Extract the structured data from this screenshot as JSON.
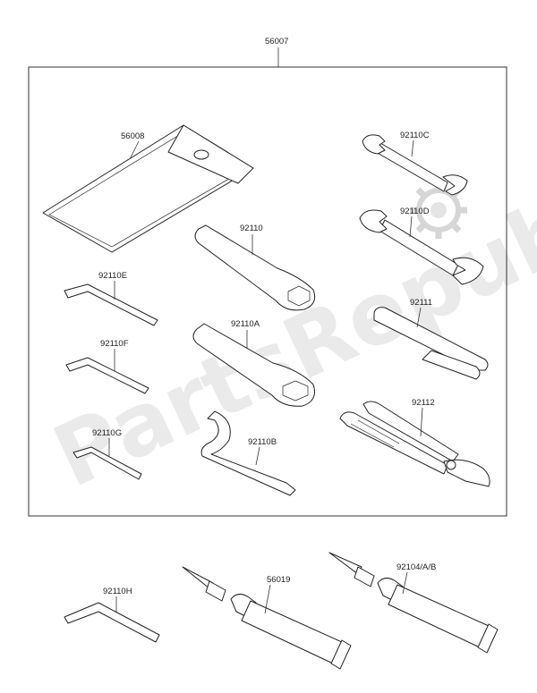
{
  "watermark": {
    "text": "PartsRepublik",
    "color": "#d0d0d0",
    "gear_icon": "gear-icon"
  },
  "kit_label": "56007",
  "parts": {
    "case": {
      "label": "56008"
    },
    "wrench_c": {
      "label": "92110C"
    },
    "wrench_d": {
      "label": "92110D"
    },
    "ring_wrench": {
      "label": "92110"
    },
    "hex_e": {
      "label": "92110E"
    },
    "ring_wrench_a": {
      "label": "92110A"
    },
    "screwdriver_handle": {
      "label": "92111"
    },
    "hex_f": {
      "label": "92110F"
    },
    "pliers": {
      "label": "92112"
    },
    "hex_g": {
      "label": "92110G"
    },
    "hook_wrench": {
      "label": "92110B"
    },
    "hex_h": {
      "label": "92110H"
    },
    "tube_a": {
      "label": "56019"
    },
    "tube_b": {
      "label": "92104/A/B"
    }
  }
}
